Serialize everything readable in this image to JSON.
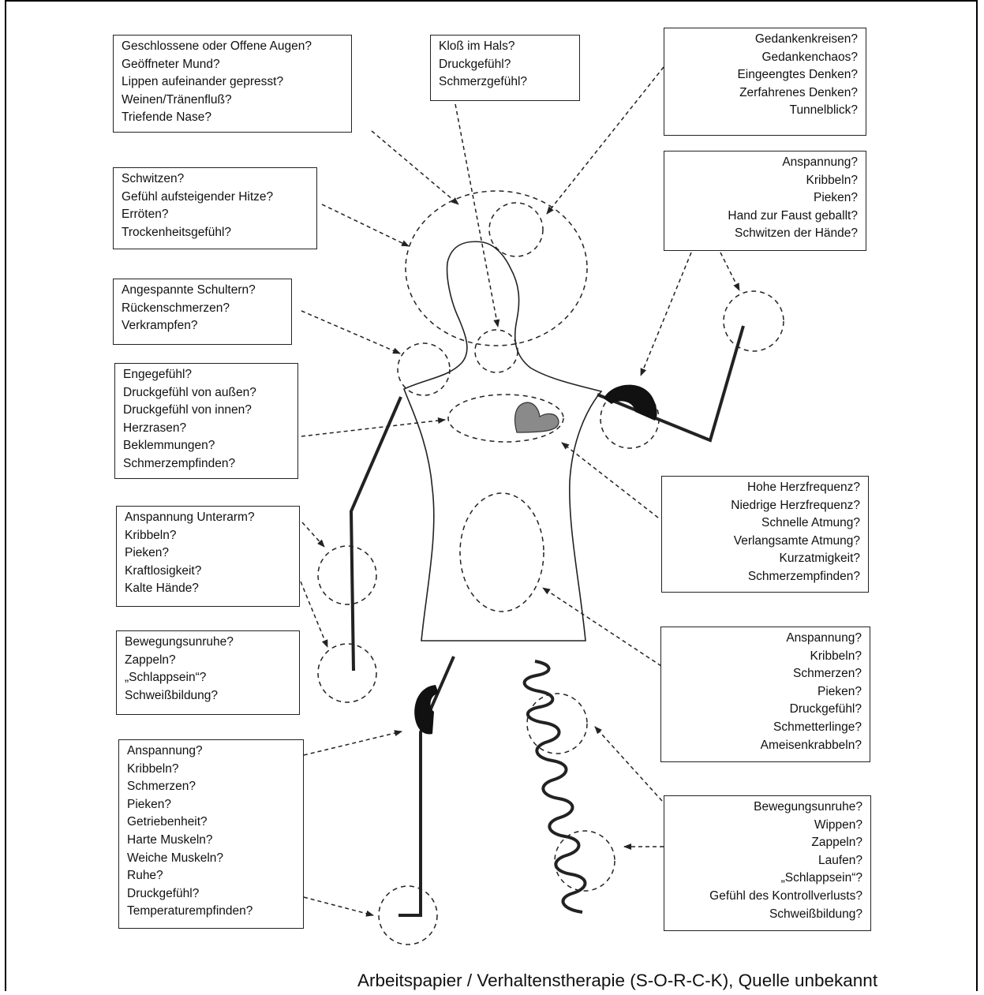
{
  "boxes": {
    "face": [
      "Geschlossene oder Offene Augen?",
      "Geöffneter Mund?",
      "Lippen aufeinander gepresst?",
      "Weinen/Tränenfluß?",
      "Triefende Nase?"
    ],
    "throat": [
      "Kloß im Hals?",
      "Druckgefühl?",
      "Schmerzgefühl?"
    ],
    "thoughts": [
      "Gedankenkreisen?",
      "Gedankenchaos?",
      "Eingeengtes Denken?",
      "Zerfahrenes Denken?",
      "Tunnelblick?"
    ],
    "heat": [
      "Schwitzen?",
      "Gefühl aufsteigender Hitze?",
      "Erröten?",
      "Trockenheitsgefühl?"
    ],
    "hand_right": [
      "Anspannung?",
      "Kribbeln?",
      "Pieken?",
      "Hand zur Faust geballt?",
      "Schwitzen der Hände?"
    ],
    "shoulders": [
      "Angespannte Schultern?",
      "Rückenschmerzen?",
      "Verkrampfen?"
    ],
    "chest": [
      "Engegefühl?",
      "Druckgefühl von außen?",
      "Druckgefühl von innen?",
      "Herzrasen?",
      "Beklemmungen?",
      "Schmerzempfinden?"
    ],
    "heart": [
      "Hohe Herzfrequenz?",
      "Niedrige Herzfrequenz?",
      "Schnelle Atmung?",
      "Verlangsamte Atmung?",
      "Kurzatmigkeit?",
      "Schmerzempfinden?"
    ],
    "forearm": [
      "Anspannung Unterarm?",
      "Kribbeln?",
      "Pieken?",
      "Kraftlosigkeit?",
      "Kalte Hände?"
    ],
    "hand_left": [
      "Bewegungsunruhe?",
      "Zappeln?",
      "„Schlappsein“?",
      "Schweißbildung?"
    ],
    "belly": [
      "Anspannung?",
      "Kribbeln?",
      "Schmerzen?",
      "Pieken?",
      "Druckgefühl?",
      "Schmetterlinge?",
      "Ameisenkrabbeln?"
    ],
    "leg_left": [
      "Anspannung?",
      "Kribbeln?",
      "Schmerzen?",
      "Pieken?",
      "Getriebenheit?",
      "Harte Muskeln?",
      "Weiche Muskeln?",
      "Ruhe?",
      "Druckgefühl?",
      "Temperaturempfinden?"
    ],
    "leg_right": [
      "Bewegungsunruhe?",
      "Wippen?",
      "Zappeln?",
      "Laufen?",
      "„Schlappsein“?",
      "Gefühl des Kontrollverlusts?",
      "Schweißbildung?"
    ]
  },
  "caption": "Arbeitspapier / Verhaltenstherapie (S-O-R-C-K), Quelle unbekannt",
  "colors": {
    "line": "#222222",
    "heart_fill": "#8a8a8a",
    "joint_fill": "#111111"
  }
}
